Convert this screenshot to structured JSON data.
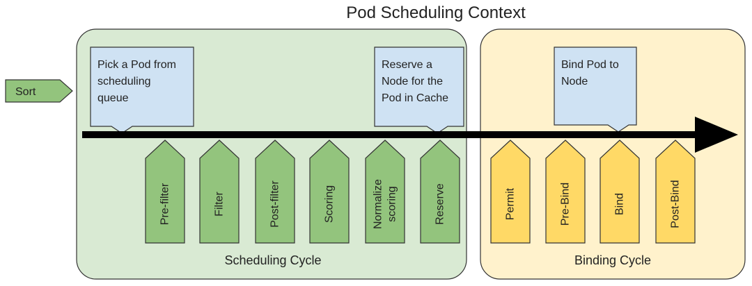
{
  "title": "Pod Scheduling Context",
  "sort": {
    "label": "Sort"
  },
  "scheduling_cycle": {
    "label": "Scheduling Cycle",
    "notes": [
      {
        "lines": [
          "Pick a Pod from",
          "scheduling",
          "queue"
        ]
      },
      {
        "lines": [
          "Reserve a",
          "Node for the",
          "Pod in Cache"
        ]
      }
    ],
    "stages": [
      {
        "lines": [
          "Pre-filter"
        ]
      },
      {
        "lines": [
          "Filter"
        ]
      },
      {
        "lines": [
          "Post-filter"
        ]
      },
      {
        "lines": [
          "Scoring"
        ]
      },
      {
        "lines": [
          "Normalize",
          "scoring"
        ]
      },
      {
        "lines": [
          "Reserve"
        ]
      }
    ]
  },
  "binding_cycle": {
    "label": "Binding Cycle",
    "notes": [
      {
        "lines": [
          "Bind Pod to",
          "Node"
        ]
      }
    ],
    "stages": [
      {
        "lines": [
          "Permit"
        ]
      },
      {
        "lines": [
          "Pre-Bind"
        ]
      },
      {
        "lines": [
          "Bind"
        ]
      },
      {
        "lines": [
          "Post-Bind"
        ]
      }
    ]
  },
  "colors": {
    "scheduling_fill": "#d9ead3",
    "binding_fill": "#fff2cc",
    "note_fill": "#cfe2f3",
    "scheduling_stage_fill": "#93c47d",
    "binding_stage_fill": "#ffd966",
    "sort_fill": "#93c47d",
    "arrow": "#000000",
    "stroke": "#333333"
  }
}
